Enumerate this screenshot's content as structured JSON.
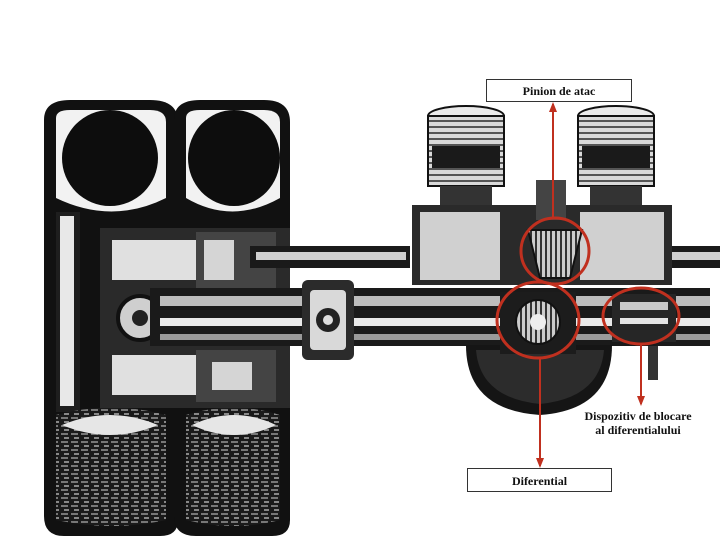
{
  "labels": {
    "pinion": "Pinion de atac",
    "differential": "Diferential",
    "lock_line1": "Dispozitiv de blocare",
    "lock_line2": "al diferentialului"
  },
  "colors": {
    "highlight": "#c0301f",
    "ink": "#111111",
    "paper": "#ffffff"
  }
}
